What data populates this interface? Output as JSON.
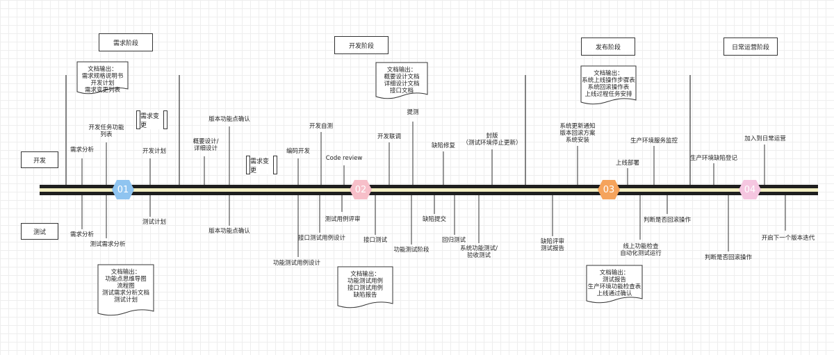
{
  "phases": [
    "需求阶段",
    "开发阶段",
    "发布阶段",
    "日常运营阶段"
  ],
  "lanes": {
    "dev": "开发",
    "test": "测试"
  },
  "change_boxes": [
    "需求变更",
    "需求变更"
  ],
  "nodes": [
    {
      "label": "01",
      "color": "#8fc4f0"
    },
    {
      "label": "02",
      "color": "#f7bfc9"
    },
    {
      "label": "03",
      "color": "#f5a35c"
    },
    {
      "label": "04",
      "color": "#f5c6e0"
    }
  ],
  "docs": [
    {
      "lines": [
        "文档输出：",
        "需求规格说明书",
        "开发计划",
        "需求变更列表"
      ]
    },
    {
      "lines": [
        "文档输出：",
        "概要设计文档",
        "详细设计文档",
        "接口文档"
      ]
    },
    {
      "lines": [
        "文档输出：",
        "系统上线操作步骤表",
        "系统回滚操作表",
        "上线过程任务安排"
      ]
    },
    {
      "lines": [
        "文档输出：",
        "功能点思维导图",
        "流程图",
        "测试需求分析文档",
        "测试计划"
      ]
    },
    {
      "lines": [
        "文档输出：",
        "功能测试用例",
        "接口测试用例",
        "缺陷报告"
      ]
    },
    {
      "lines": [
        "文档输出：",
        "测试报告",
        "生产环境功能检查表",
        "上线通过确认"
      ]
    }
  ],
  "top_labels": [
    {
      "lines": [
        "需求分析"
      ]
    },
    {
      "lines": [
        "开发任务功能",
        "列表"
      ]
    },
    {
      "lines": [
        "开发计划"
      ]
    },
    {
      "lines": [
        "概要设计/",
        "详细设计"
      ]
    },
    {
      "lines": [
        "版本功能点确认"
      ]
    },
    {
      "lines": [
        "编码开发"
      ]
    },
    {
      "lines": [
        "开发自测"
      ]
    },
    {
      "lines": [
        "Code review"
      ]
    },
    {
      "lines": [
        "开发联调"
      ]
    },
    {
      "lines": [
        "提测"
      ]
    },
    {
      "lines": [
        "缺陷修复"
      ]
    },
    {
      "lines": [
        "封版",
        "（测试环境停止更新）"
      ]
    },
    {
      "lines": [
        "系统更新通知",
        "版本回滚方案",
        "系统安装"
      ]
    },
    {
      "lines": [
        "上线部署"
      ]
    },
    {
      "lines": [
        "生产环境服务监控"
      ]
    },
    {
      "lines": [
        "生产环境缺陷登记"
      ]
    },
    {
      "lines": [
        "加入到日常运营"
      ]
    }
  ],
  "bottom_labels": [
    {
      "lines": [
        "需求分析"
      ]
    },
    {
      "lines": [
        "测试需求分析"
      ]
    },
    {
      "lines": [
        "测试计划"
      ]
    },
    {
      "lines": [
        "版本功能点确认"
      ]
    },
    {
      "lines": [
        "功能测试用例设计"
      ]
    },
    {
      "lines": [
        "接口测试用例设计"
      ]
    },
    {
      "lines": [
        "测试用例评审"
      ]
    },
    {
      "lines": [
        "接口测试"
      ]
    },
    {
      "lines": [
        "功能测试阶段"
      ]
    },
    {
      "lines": [
        "缺陷提交"
      ]
    },
    {
      "lines": [
        "回归测试"
      ]
    },
    {
      "lines": [
        "系统功能测试/",
        "验收测试"
      ]
    },
    {
      "lines": [
        "缺陷评审",
        "测试报告"
      ]
    },
    {
      "lines": [
        "线上功能检查",
        "自动化测试运行"
      ]
    },
    {
      "lines": [
        "判断是否回滚操作"
      ]
    },
    {
      "lines": [
        "判断是否回滚操作"
      ]
    },
    {
      "lines": [
        "开启下一个版本迭代"
      ]
    }
  ]
}
